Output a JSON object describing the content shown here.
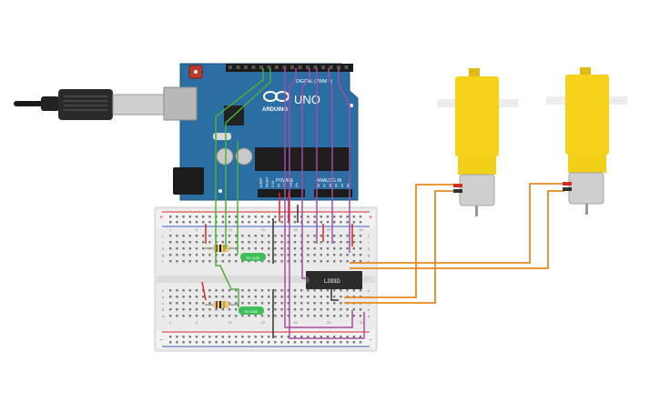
{
  "arduino": {
    "brand": "ARDUINO",
    "model": "UNO",
    "header_digital": "DIGITAL (PWM ~)",
    "header_power": "POWER",
    "header_analog": "ANALOG IN",
    "power_pins": [
      "IOREF",
      "RESET",
      "3.3V",
      "5V",
      "GND",
      "GND",
      "Vin"
    ],
    "analog_pins": [
      "A0",
      "A1",
      "A2",
      "A3",
      "A4",
      "A5"
    ],
    "color": "#2b6ea3"
  },
  "breadboard": {
    "row_letters": [
      "a",
      "b",
      "c",
      "d",
      "e",
      "f",
      "g",
      "h",
      "i",
      "j"
    ],
    "column_numbers": [
      "1",
      "5",
      "10",
      "15",
      "20",
      "25",
      "30"
    ]
  },
  "components": {
    "driver_chip_label": "L293D",
    "button_top_label": "TH 1100",
    "button_bottom_label": "TH 1100"
  },
  "colors": {
    "wire_green": "#4caf3a",
    "wire_purple": "#a64ca6",
    "wire_orange": "#e58a1f",
    "wire_red": "#d42a2a",
    "wire_black": "#333333",
    "motor_yellow": "#f7d21a"
  }
}
